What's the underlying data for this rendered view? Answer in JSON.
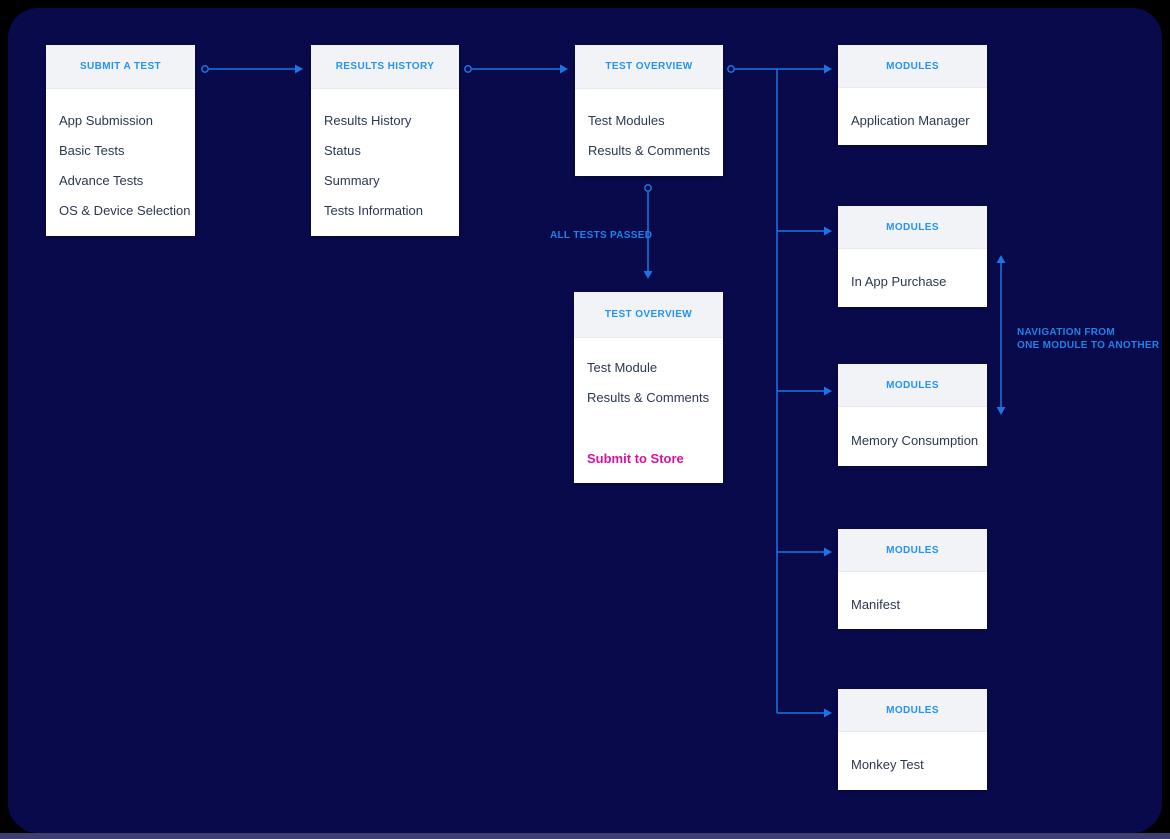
{
  "colors": {
    "background": "#000000",
    "panel": "#090a4b",
    "bottom_bar": "#3f3e72",
    "accent_blue": "#2493f5",
    "arrow_blue": "#1d74e0",
    "label_blue": "#2180ea",
    "card_bg": "#ffffff",
    "card_header_bg": "#f2f3f6",
    "item_text": "#2a3950",
    "action_magenta": "#d8129f"
  },
  "cards": [
    {
      "title": "SUBMIT A TEST",
      "items": [
        "App Submission",
        "Basic Tests",
        "Advance Tests",
        "OS & Device Selection"
      ]
    },
    {
      "title": "RESULTS HISTORY",
      "items": [
        "Results History",
        "Status",
        "Summary",
        "Tests Information"
      ]
    },
    {
      "title": "TEST OVERVIEW",
      "items": [
        "Test Modules",
        "Results & Comments"
      ]
    },
    {
      "title": "TEST OVERVIEW",
      "items": [
        "Test Module",
        "Results & Comments"
      ],
      "action": "Submit to Store"
    },
    {
      "title": "MODULES",
      "items": [
        "Application Manager"
      ]
    },
    {
      "title": "MODULES",
      "items": [
        "In App Purchase"
      ]
    },
    {
      "title": "MODULES",
      "items": [
        "Memory Consumption"
      ]
    },
    {
      "title": "MODULES",
      "items": [
        "Manifest"
      ]
    },
    {
      "title": "MODULES",
      "items": [
        "Monkey Test"
      ]
    }
  ],
  "labels": {
    "all_tests_passed": "ALL TESTS PASSED",
    "navigation_from": "NAVIGATION FROM",
    "one_module_to_another": "ONE MODULE TO ANOTHER"
  }
}
